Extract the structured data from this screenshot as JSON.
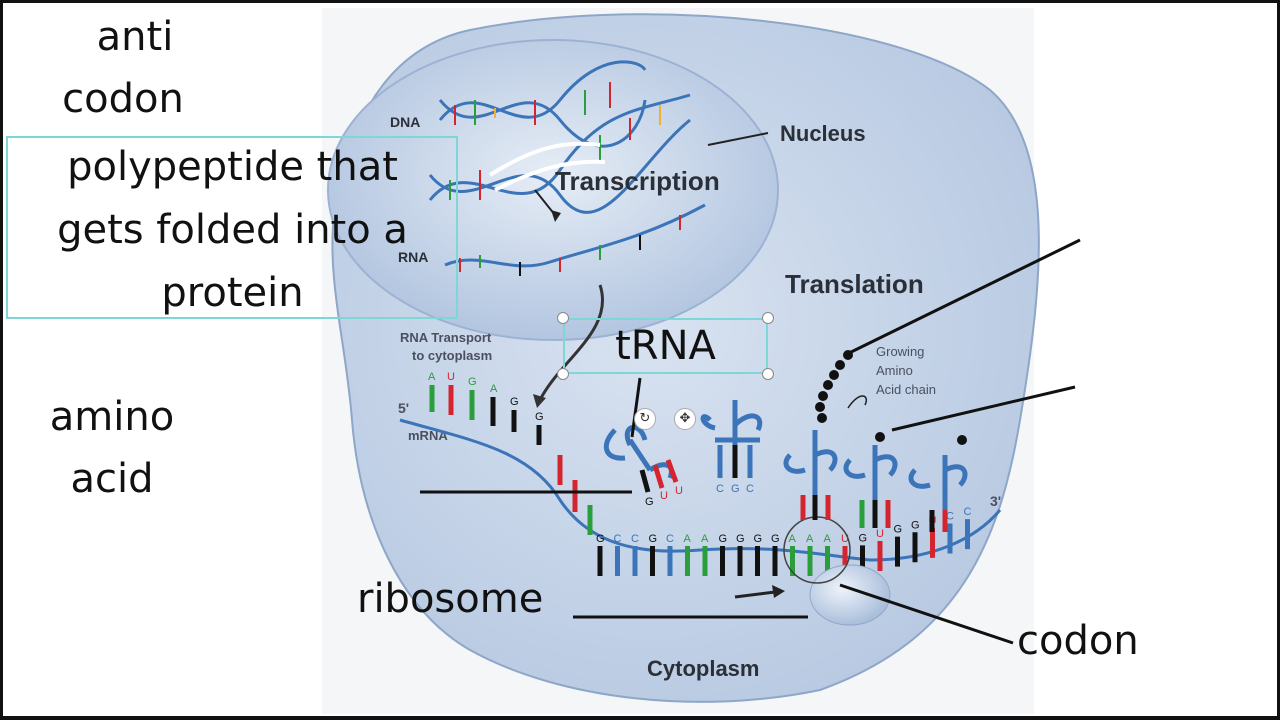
{
  "overlay_labels": {
    "anti": "anti",
    "codon_top": "codon",
    "polypeptide": "polypeptide that gets folded into a protein",
    "amino": "amino",
    "acid": "acid",
    "trna": "tRNA",
    "ribosome": "ribosome",
    "codon_bottom": "codon"
  },
  "diagram_labels": {
    "dna": "DNA",
    "nucleus": "Nucleus",
    "transcription": "Transcription",
    "rna": "RNA",
    "translation": "Translation",
    "rna_transport_1": "RNA Transport",
    "rna_transport_2": "to cytoplasm",
    "five_prime": "5'",
    "mrna": "mRNA",
    "growing_1": "Growing",
    "growing_2": "Amino",
    "growing_3": "Acid chain",
    "three_prime": "3'",
    "cytoplasm": "Cytoplasm"
  },
  "anticodon_bases": {
    "first_trna": [
      "G",
      "U",
      "U"
    ],
    "second_trna": [
      "C",
      "G",
      "C"
    ]
  },
  "mrna_bases": [
    "G",
    "C",
    "C",
    "G",
    "C",
    "A",
    "A",
    "G",
    "G",
    "G",
    "G",
    "A",
    "A",
    "A",
    "U",
    "G",
    "U",
    "G",
    "G",
    "U",
    "C",
    "C"
  ],
  "colors": {
    "cell_fill": "#c9d7ea",
    "nucleus_fill": "#b7c9e2",
    "selection": "#7fd6d6",
    "red": "#d4252f",
    "green": "#2a9e3a",
    "black": "#111111",
    "blue": "#3b74b8"
  },
  "controls": {
    "rotate_icon": "↻",
    "move_icon": "✥"
  }
}
